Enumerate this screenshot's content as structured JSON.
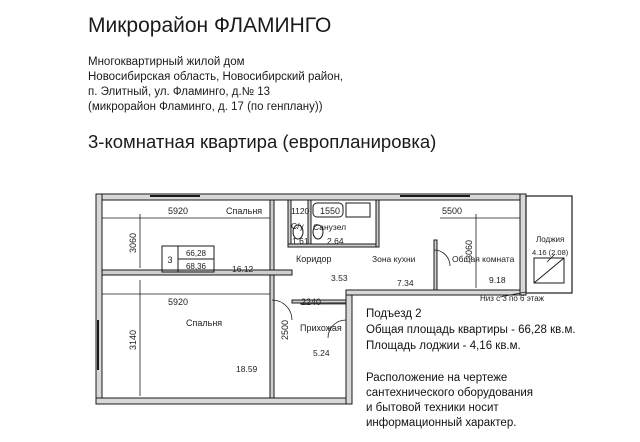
{
  "header": {
    "title": "Микрорайон ФЛАМИНГО",
    "address_lines": [
      "Многоквартирный жилой дом",
      "Новосибирская область, Новосибирский район,",
      "п. Элитный, ул. Фламинго, д.№ 13",
      "(микрорайон Фламинго, д. 17 (по генплану))"
    ],
    "apartment_type": "3-комнатная квартира (европланировка)"
  },
  "plan": {
    "dimensions": {
      "top_left_width": "5920",
      "bath_width": "1550",
      "top_right_width": "5500",
      "left_height_top": "3060",
      "right_height": "3060",
      "mid_width": "5920",
      "corridor_width": "2240",
      "left_height_bottom": "3140",
      "hall_height": "2500"
    },
    "rooms": {
      "bedroom_top": "Спальня",
      "bedroom_top_area": "16.12",
      "wc_label": "С/у",
      "wc_width": "1120",
      "wc_area": "1.61",
      "bathroom_label": "Санузел",
      "bathroom_area": "2.64",
      "corridor": "Коридор",
      "corridor_area": "3.53",
      "kitchen": "Зона кухни",
      "kitchen_area": "7.34",
      "living": "Общая комната",
      "living_area": "9.18",
      "loggia": "Лоджия",
      "loggia_area": "4.16 (2.08)",
      "bedroom_bottom": "Спальня",
      "bedroom_bottom_area": "18.59",
      "hallway": "Прихожая",
      "hallway_area": "5.24",
      "sill_note": "Низ с 3 по 6 этаж"
    },
    "stamp": {
      "rooms_count": "3",
      "total_area": "66,28",
      "area_with_loggia": "68,36"
    }
  },
  "info": {
    "entrance": "Подъезд 2",
    "total_area": "Общая площадь квартиры - 66,28 кв.м.",
    "loggia_area": "Площадь лоджии - 4,16 кв.м.",
    "note_lines": [
      "Расположение на чертеже",
      "сантехнического оборудования",
      "и бытовой техники носит",
      "информационный характер."
    ]
  }
}
